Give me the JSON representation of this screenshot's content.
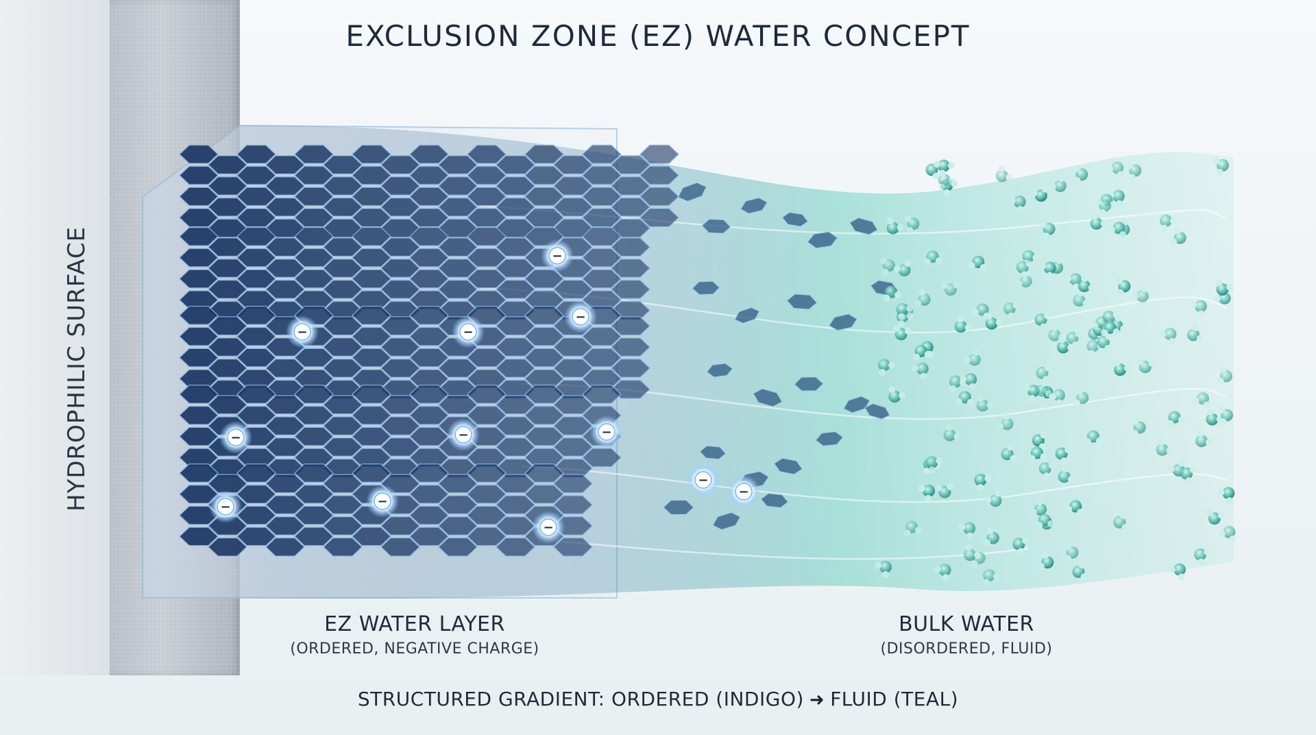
{
  "title": "EXCLUSION ZONE (EZ) WATER CONCEPT",
  "wall": {
    "label": "HYDROPHILIC SURFACE"
  },
  "ez_layer": {
    "label": "EZ WATER LAYER",
    "sublabel": "(ORDERED, NEGATIVE CHARGE)"
  },
  "bulk": {
    "label": "BULK WATER",
    "sublabel": "(DISORDERED, FLUID)"
  },
  "footer": {
    "left": "STRUCTURED GRADIENT: ORDERED (INDIGO)",
    "right": "FLUID (TEAL)"
  },
  "colors": {
    "indigo": "#1f3a66",
    "teal": "#5cc9bd",
    "charge_glow": "#bfe3ff"
  },
  "charge_symbol": "−",
  "icons": {
    "charge": "negative-charge-icon",
    "molecule": "water-molecule-icon",
    "arrow": "arrow-right-icon"
  }
}
